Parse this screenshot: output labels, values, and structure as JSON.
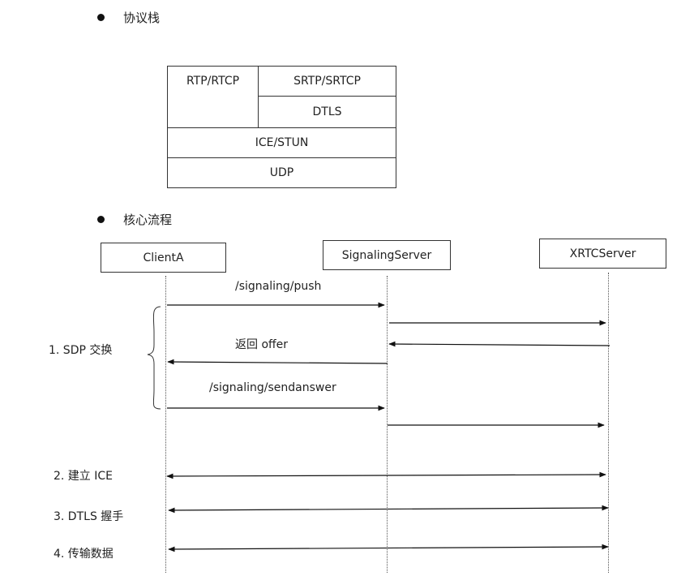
{
  "sections": {
    "protocol_stack_title": "协议栈",
    "core_flow_title": "核心流程"
  },
  "stack": {
    "rtp": "RTP/RTCP",
    "srtp": "SRTP/SRTCP",
    "dtls": "DTLS",
    "ice": "ICE/STUN",
    "udp": "UDP"
  },
  "actors": {
    "client": "ClientA",
    "signaling": "SignalingServer",
    "xrtc": "XRTCServer"
  },
  "messages": {
    "push": "/signaling/push",
    "offer": "返回 offer",
    "sendanswer": "/signaling/sendanswer"
  },
  "steps": [
    "1.   SDP 交换",
    "2.   建立 ICE",
    "3.   DTLS 握手",
    "4.   传输数据"
  ]
}
